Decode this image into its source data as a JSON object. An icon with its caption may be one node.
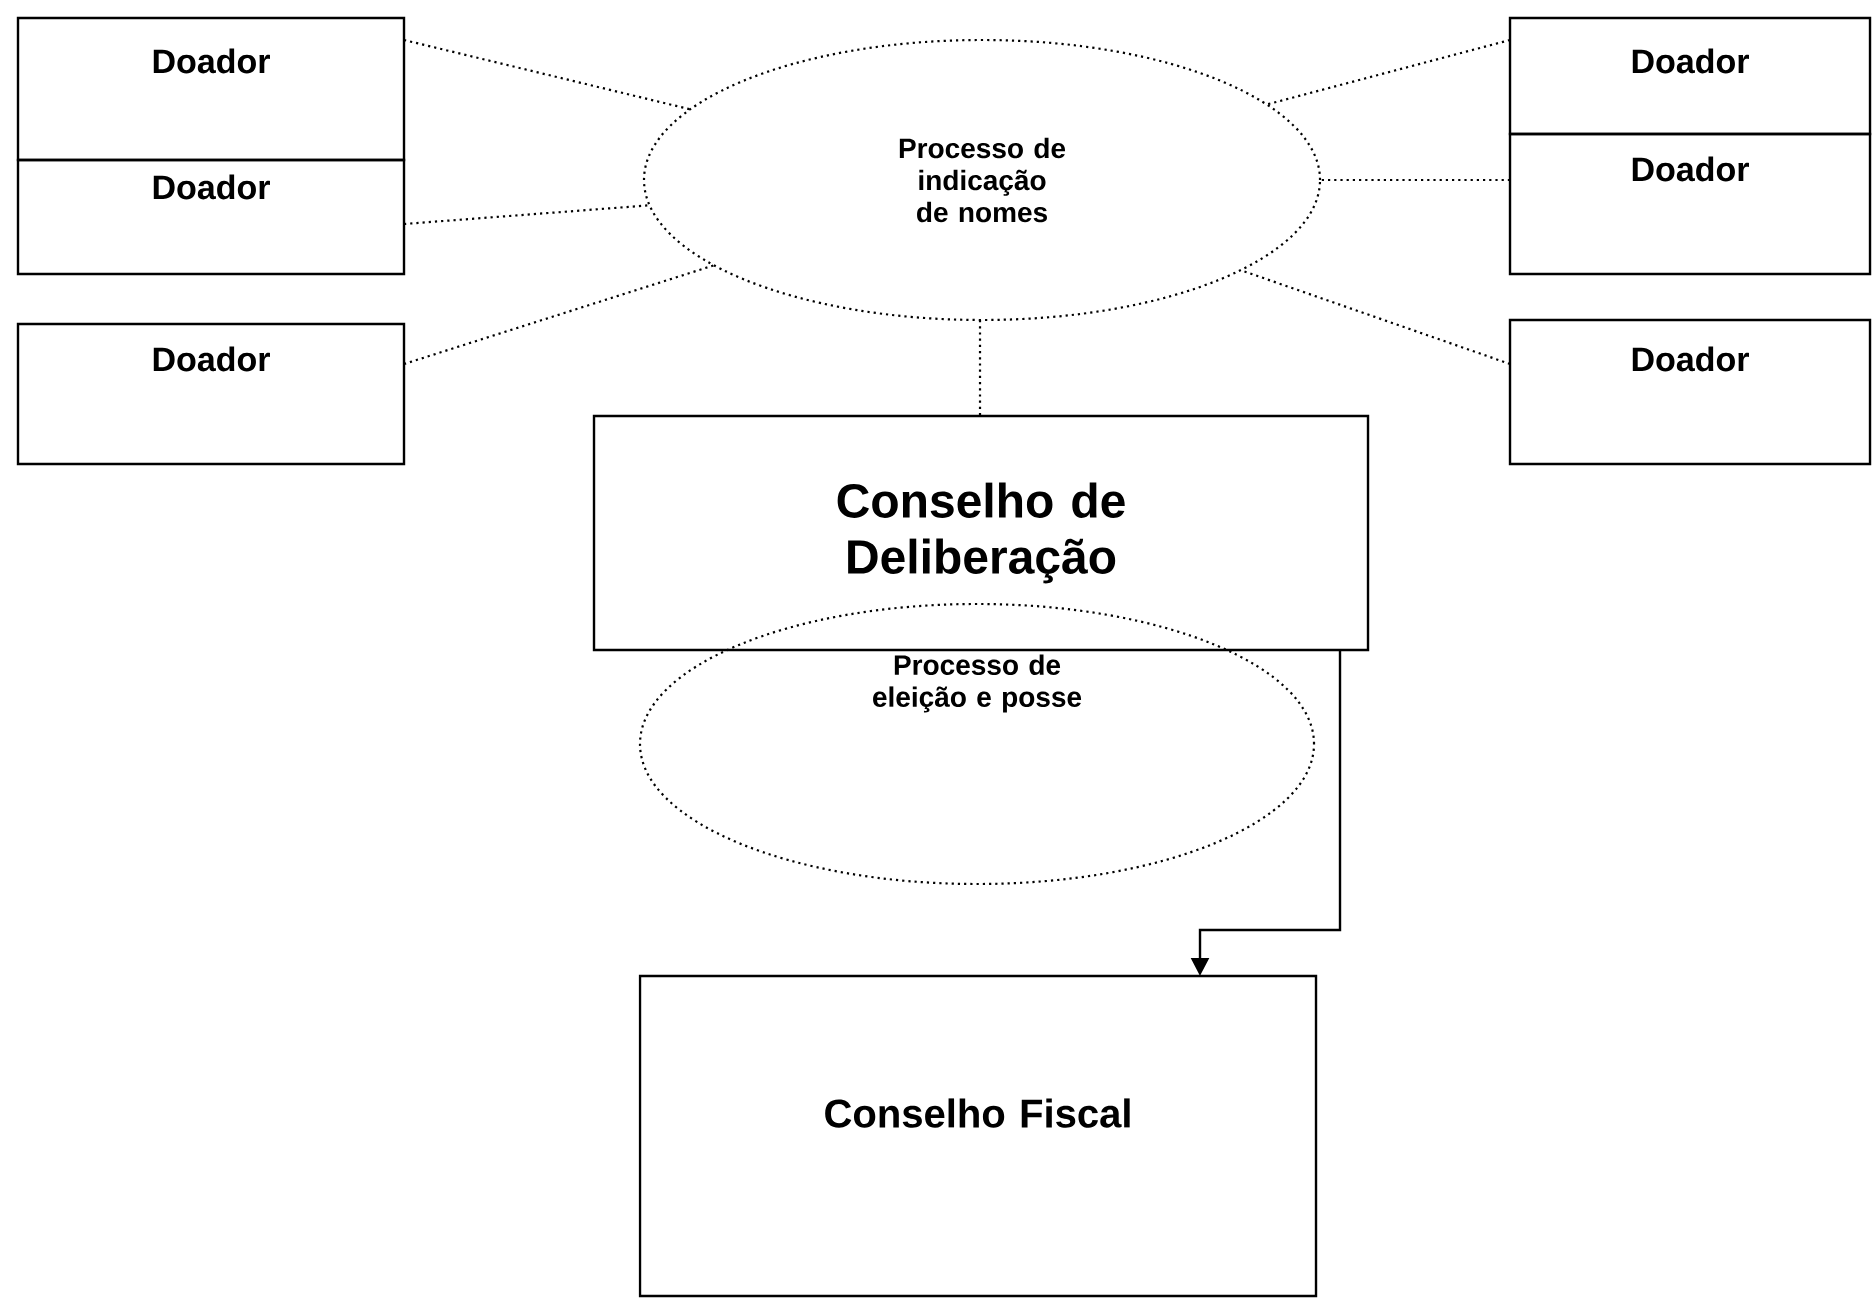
{
  "diagram": {
    "nodes": [
      {
        "text": [
          "Doador"
        ]
      },
      {
        "text": [
          "Doador"
        ]
      },
      {
        "text": [
          "Doador"
        ]
      },
      {
        "text": [
          "Processo de indicação de nomes"
        ]
      },
      {
        "text": [
          "Doador"
        ]
      },
      {
        "text": [
          "Doador"
        ]
      },
      {
        "text": [
          "Doador"
        ]
      },
      {
        "text": [
          "Conselho de Deliberação"
        ]
      },
      {
        "text": [
          "Processo de eleição e posse"
        ]
      },
      {
        "text": [
          "Conselho Fiscal"
        ]
      }
    ],
    "edges": [
      {
        "from": 0,
        "to": 3,
        "arrow": "none",
        "style": "dashed"
      },
      {
        "from": 1,
        "to": 3,
        "arrow": "none",
        "style": "dashed"
      },
      {
        "from": 2,
        "to": 3,
        "arrow": "none",
        "style": "dashed"
      },
      {
        "from": 4,
        "to": 3,
        "arrow": "none",
        "style": "dashed"
      },
      {
        "from": 5,
        "to": 3,
        "arrow": "none",
        "style": "dashed"
      },
      {
        "from": 6,
        "to": 3,
        "arrow": "none",
        "style": "dashed"
      },
      {
        "from": 3,
        "to": 7,
        "arrow": "none",
        "style": "dashed"
      },
      {
        "from": 7,
        "to": 9,
        "arrow": "to"
      }
    ]
  }
}
